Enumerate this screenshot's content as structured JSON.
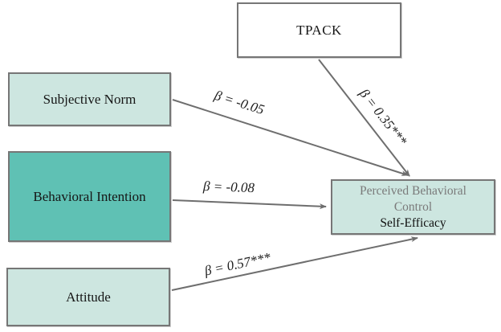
{
  "diagram": {
    "title_hint": "Path model predicting Perceived Behavioral Control (Self-Efficacy)",
    "nodes": {
      "tpack": {
        "label": "TPACK"
      },
      "subjective_norm": {
        "label": "Subjective Norm"
      },
      "behavioral_intention": {
        "label": "Behavioral Intention"
      },
      "attitude": {
        "label": "Attitude"
      },
      "outcome": {
        "line1": "Perceived Behavioral",
        "line2": "Control",
        "line3": "Self-Efficacy"
      }
    },
    "paths": [
      {
        "from": "Subjective Norm",
        "to": "Perceived Behavioral Control Self-Efficacy",
        "label": "β = -0.05"
      },
      {
        "from": "Behavioral Intention",
        "to": "Perceived Behavioral Control Self-Efficacy",
        "label": "β = -0.08"
      },
      {
        "from": "TPACK",
        "to": "Perceived Behavioral Control Self-Efficacy",
        "label": "β = 0.35***"
      },
      {
        "from": "Attitude",
        "to": "Perceived Behavioral Control Self-Efficacy",
        "label": "β = 0.57***"
      }
    ],
    "colors": {
      "box_light_teal": "#cde6e0",
      "box_medium_teal": "#5fc1b4",
      "box_white": "#ffffff",
      "border_gray": "#767676",
      "arrow_gray": "#6e6e6e",
      "muted_text_gray": "#7a7a7a",
      "text_black": "#161616"
    }
  }
}
